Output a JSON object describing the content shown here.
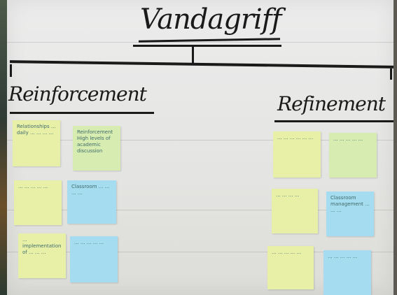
{
  "board": {
    "title": "Vandagriff",
    "left_heading": "Reinforcement",
    "right_heading": "Refinement"
  },
  "notes": [
    {
      "id": "r1",
      "color": "yellow",
      "text": "Relationships ... daily ... ... ... ..."
    },
    {
      "id": "r2",
      "color": "green",
      "text": "Reinforcement High levels of academic discussion"
    },
    {
      "id": "r3",
      "color": "yellow",
      "text": "... ... ... ... ..."
    },
    {
      "id": "r4",
      "color": "blue",
      "text": "Classroom ... ... ... ..."
    },
    {
      "id": "r5",
      "color": "yellow",
      "text": "... implementation of ... ... ..."
    },
    {
      "id": "r6",
      "color": "blue",
      "text": "... ... ... ... ..."
    },
    {
      "id": "f1",
      "color": "yellow",
      "text": "... ... ... ... ... ..."
    },
    {
      "id": "f2",
      "color": "green",
      "text": "... ... ... ... ..."
    },
    {
      "id": "f3",
      "color": "yellow",
      "text": "... ... ... ..."
    },
    {
      "id": "f4",
      "color": "blue",
      "text": "Classroom management ... ... ..."
    },
    {
      "id": "f5",
      "color": "yellow",
      "text": "... ... ... ... ..."
    },
    {
      "id": "f6",
      "color": "blue",
      "text": "... ... ... ... ..."
    }
  ]
}
